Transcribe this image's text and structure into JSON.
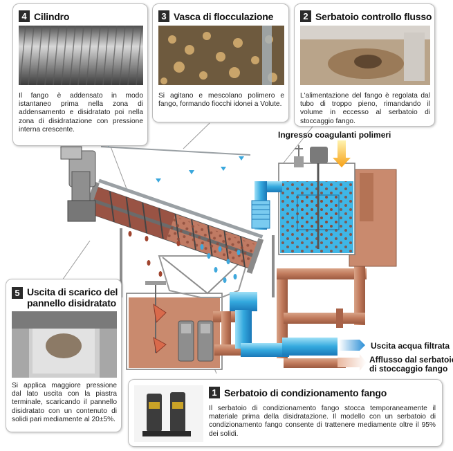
{
  "callouts": {
    "c4": {
      "num": "4",
      "title": "Cilindro",
      "text": "Il fango è addensato in modo istantaneo prima nella zona di addensamento e disidratato poi nella zona di disidratazione con pressione interna crescente."
    },
    "c3": {
      "num": "3",
      "title": "Vasca di flocculazione",
      "text": "Si agitano e mescolano polimero e fango, formando fiocchi idonei a Volute."
    },
    "c2": {
      "num": "2",
      "title": "Serbatoio controllo flusso",
      "text": "L'alimentazione del fango è regolata dal tubo di troppo pieno, rimandando il volume in eccesso al serbatoio di stoccaggio fango."
    },
    "c5": {
      "num": "5",
      "title_line1": "Uscita di scarico del",
      "title_line2": "pannello disidratato",
      "text": "Si applica maggiore pressione dal lato uscita con la piastra terminale, scaricando il pannello disidratato con un contenuto di solidi pari mediamente al 20±5%."
    },
    "c1": {
      "num": "1",
      "title": "Serbatoio di condizionamento fango",
      "text": "Il serbatoio di condizionamento fango stocca temporaneamente il materiale prima della disidratazione. Il modello con un serbatoio di condizionamento fango consente di trattenere mediamente oltre il 95% dei solidi."
    }
  },
  "labels": {
    "coagulant_inlet": "Ingresso coagulanti polimeri",
    "filtered_water_out": "Uscita acqua filtrata",
    "inflow_line1": "Afflusso dal serbatoio",
    "inflow_line2": "di stoccaggio fango"
  },
  "colors": {
    "sludge": "#c98a6e",
    "sludge_dark": "#8a4a3a",
    "water": "#5cc1e6",
    "water_dark": "#1d86c6",
    "arrow_yellow": "#f7a21a",
    "machine_grey": "#9a9a9a"
  }
}
